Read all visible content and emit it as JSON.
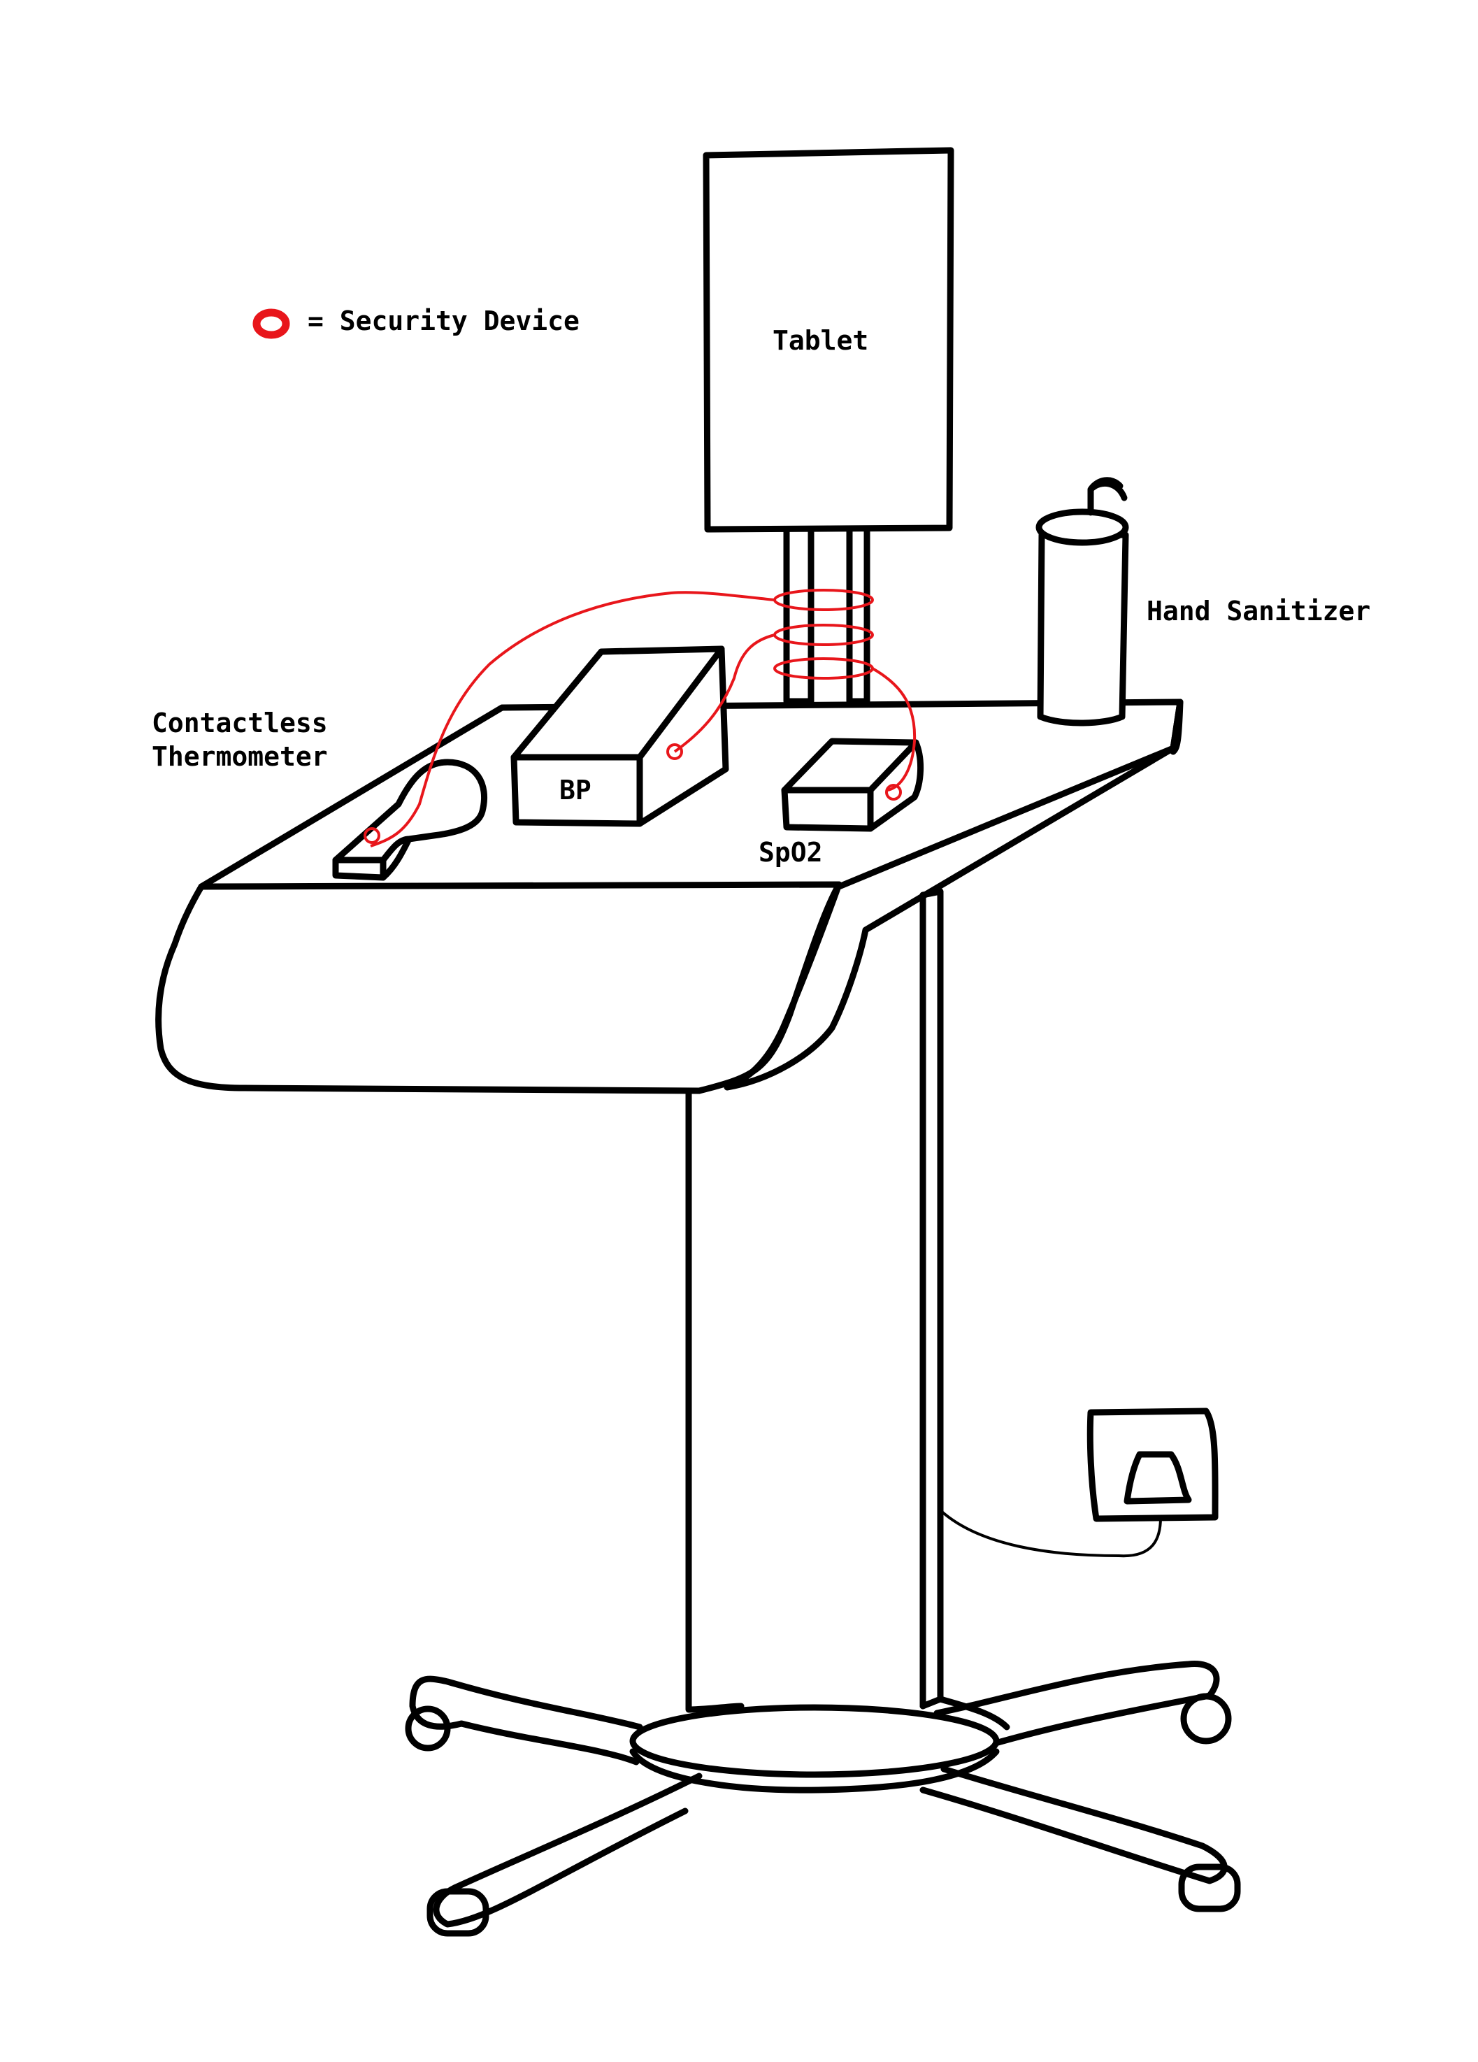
{
  "legend": {
    "text": "= Security Device",
    "symbol_color": "#e8161b"
  },
  "labels": {
    "tablet": "Tablet",
    "hand_sanitizer": "Hand Sanitizer",
    "thermometer_line1": "Contactless",
    "thermometer_line2": "Thermometer",
    "bp": "BP",
    "spo2": "SpO2"
  },
  "colors": {
    "outline": "#000000",
    "security_cable": "#e8161b",
    "background": "#ffffff"
  }
}
